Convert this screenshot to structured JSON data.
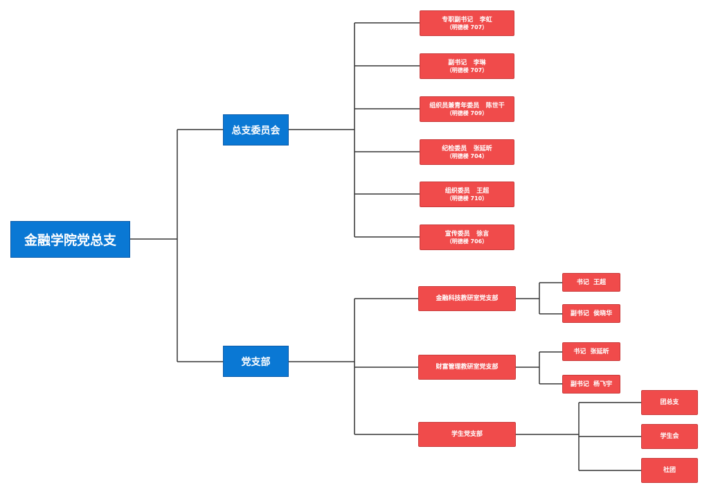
{
  "root": "金融学院党总支",
  "committee": {
    "label": "总支委员会",
    "members": [
      {
        "title": "专职副书记",
        "name": "李虹",
        "office": "（明德楼  707）"
      },
      {
        "title": "副书记",
        "name": "李琳",
        "office": "（明德楼  707）"
      },
      {
        "title": "组织员兼青年委员",
        "name": "陈世干",
        "office": "（明德楼  709）"
      },
      {
        "title": "纪检委员",
        "name": "张延昕",
        "office": "（明德楼  704）"
      },
      {
        "title": "组织委员",
        "name": "王超",
        "office": "（明德楼  710）"
      },
      {
        "title": "宣传委员",
        "name": "徐言",
        "office": "（明德楼  706）"
      }
    ]
  },
  "branches": {
    "label": "党支部",
    "items": [
      {
        "label": "金融科技教研室党支部",
        "children": [
          {
            "title": "书记",
            "name": "王超"
          },
          {
            "title": "副书记",
            "name": "侯晓华"
          }
        ]
      },
      {
        "label": "财富管理教研室党支部",
        "children": [
          {
            "title": "书记",
            "name": "张延昕"
          },
          {
            "title": "副书记",
            "name": "杨飞宇"
          }
        ]
      },
      {
        "label": "学生党支部",
        "children": [
          "团总支",
          "学生会",
          "社团"
        ]
      }
    ]
  },
  "colors": {
    "blue": "#0a78d4",
    "red": "#f04b4b",
    "line": "#333333"
  }
}
